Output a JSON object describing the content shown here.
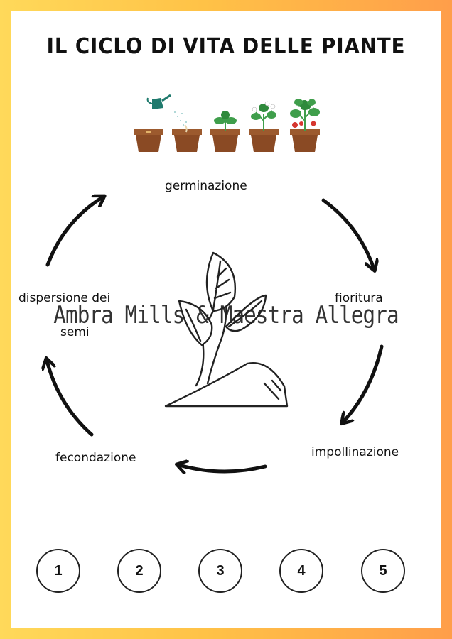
{
  "title": "IL CICLO DI VITA DELLE PIANTE",
  "stages": {
    "germinazione": "germinazione",
    "fioritura": "fioritura",
    "impollinazione": "impollinazione",
    "fecondazione": "fecondazione",
    "dispersione_line1": "dispersione dei",
    "dispersione_line2": "semi"
  },
  "watermark": "Ambra Mills & Maestra Allegra",
  "answer_circles": [
    "1",
    "2",
    "3",
    "4",
    "5"
  ],
  "colors": {
    "background_left": "#ffd95a",
    "background_right": "#ff9e4a",
    "pot": "#8a4a24",
    "leaf": "#3f9e4b",
    "watering_can": "#1f7a6d",
    "strawberry": "#d6362f"
  },
  "icons": [
    "watering-can-icon",
    "seed-pot-icon",
    "sprout-pot-icon",
    "seedling-pot-icon",
    "flowering-plant-icon",
    "fruiting-plant-icon",
    "plant-outline-icon"
  ]
}
